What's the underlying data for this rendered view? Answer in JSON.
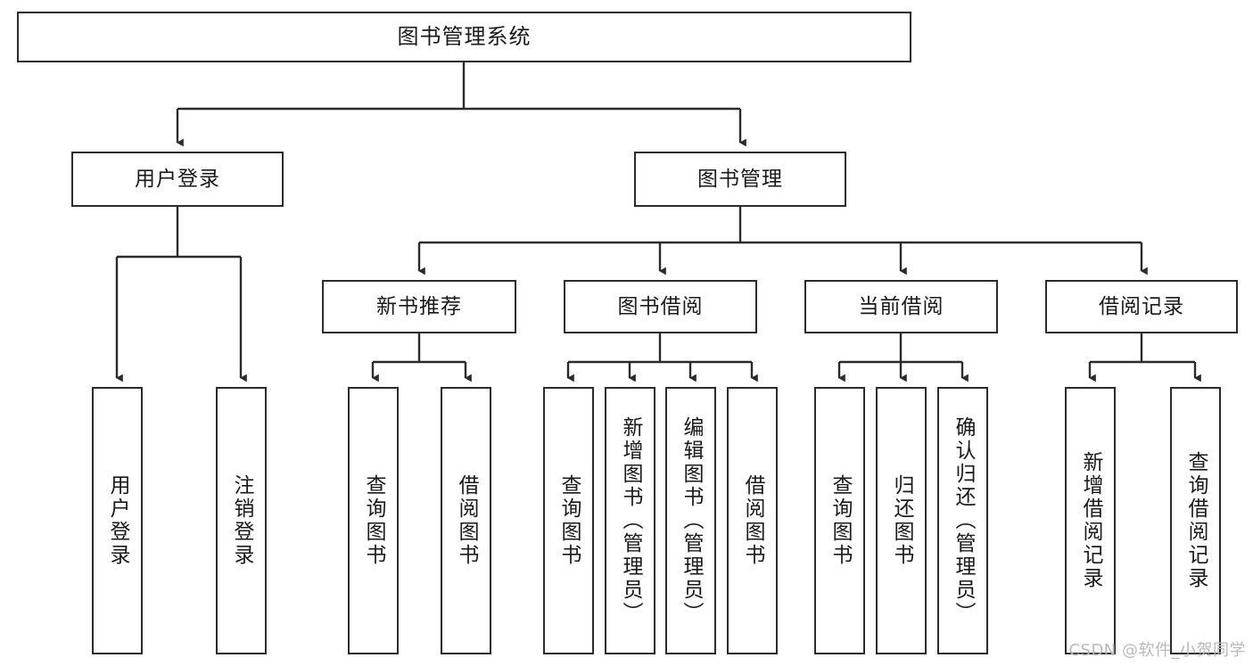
{
  "diagram": {
    "title": "图书管理系统",
    "root": {
      "label": "图书管理系统"
    },
    "level2": [
      {
        "label": "用户登录"
      },
      {
        "label": "图书管理"
      }
    ],
    "level3": [
      {
        "label": "新书推荐"
      },
      {
        "label": "图书借阅"
      },
      {
        "label": "当前借阅"
      },
      {
        "label": "借阅记录"
      }
    ],
    "leaves": {
      "user_login": [
        {
          "label": "用户登录"
        },
        {
          "label": "注销登录"
        }
      ],
      "new_book_recommend": [
        {
          "label": "查询图书"
        },
        {
          "label": "借阅图书"
        }
      ],
      "book_borrow": [
        {
          "label": "查询图书"
        },
        {
          "label": "新增图书（管理员）"
        },
        {
          "label": "编辑图书（管理员）"
        },
        {
          "label": "借阅图书"
        }
      ],
      "current_borrow": [
        {
          "label": "查询图书"
        },
        {
          "label": "归还图书"
        },
        {
          "label": "确认归还（管理员）"
        }
      ],
      "borrow_record": [
        {
          "label": "新增借阅记录"
        },
        {
          "label": "查询借阅记录"
        }
      ]
    }
  },
  "watermark": {
    "text": "CSDN @软件_小贺同学"
  },
  "colors": {
    "border": "#2b2b2b",
    "text": "#1a1a1a",
    "background": "#ffffff",
    "watermark": "#b9b9b9"
  }
}
